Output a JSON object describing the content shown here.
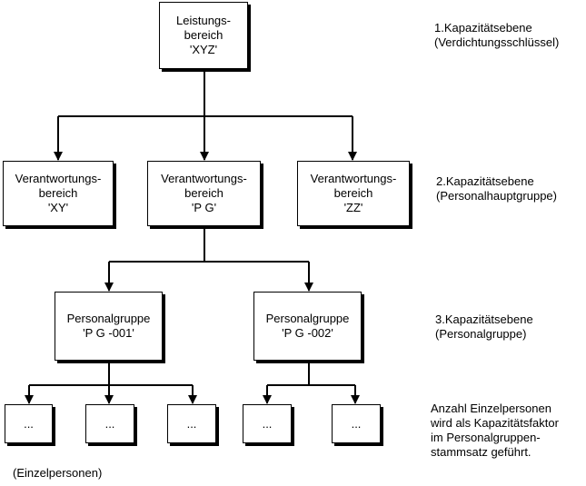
{
  "diagram": {
    "nodes": {
      "root": "Leistungs-\nbereich\n'XYZ'",
      "va_xy": "Verantwortungs-\nbereich\n'XY'",
      "va_pg": "Verantwortungs-\nbereich\n'P G'",
      "va_zz": "Verantwortungs-\nbereich\n'ZZ'",
      "pg_001": "Personalgruppe\n'P G -001'",
      "pg_002": "Personalgruppe\n'P G -002'",
      "person_1": "...",
      "person_2": "...",
      "person_3": "...",
      "person_4": "...",
      "person_5": "..."
    },
    "levels": {
      "level_1": "1.Kapazitätsebene\n(Verdichtungsschlüssel)",
      "level_2": "2.Kapazitätsebene\n(Personalhauptgruppe)",
      "level_3": "3.Kapazitätsebene\n(Personalgruppe)"
    },
    "note": "Anzahl Einzelpersonen\nwird als Kapazitätsfaktor\nim Personalgruppen-\nstammsatz geführt.",
    "bottom_label": "(Einzelpersonen)"
  }
}
